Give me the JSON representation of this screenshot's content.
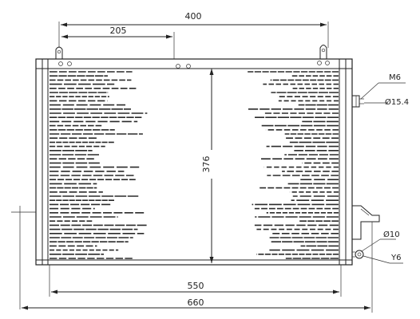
{
  "colors": {
    "ink": "#222222",
    "paper": "#ffffff"
  },
  "dimensions": {
    "top_overall": "400",
    "top_inner": "205",
    "core_height": "376",
    "bottom_inner": "550",
    "bottom_overall": "660"
  },
  "callouts": {
    "thread_top": "M6",
    "diameter_top": "Ø15.4",
    "diameter_bottom": "Ø10",
    "thread_bottom": "Y6"
  }
}
